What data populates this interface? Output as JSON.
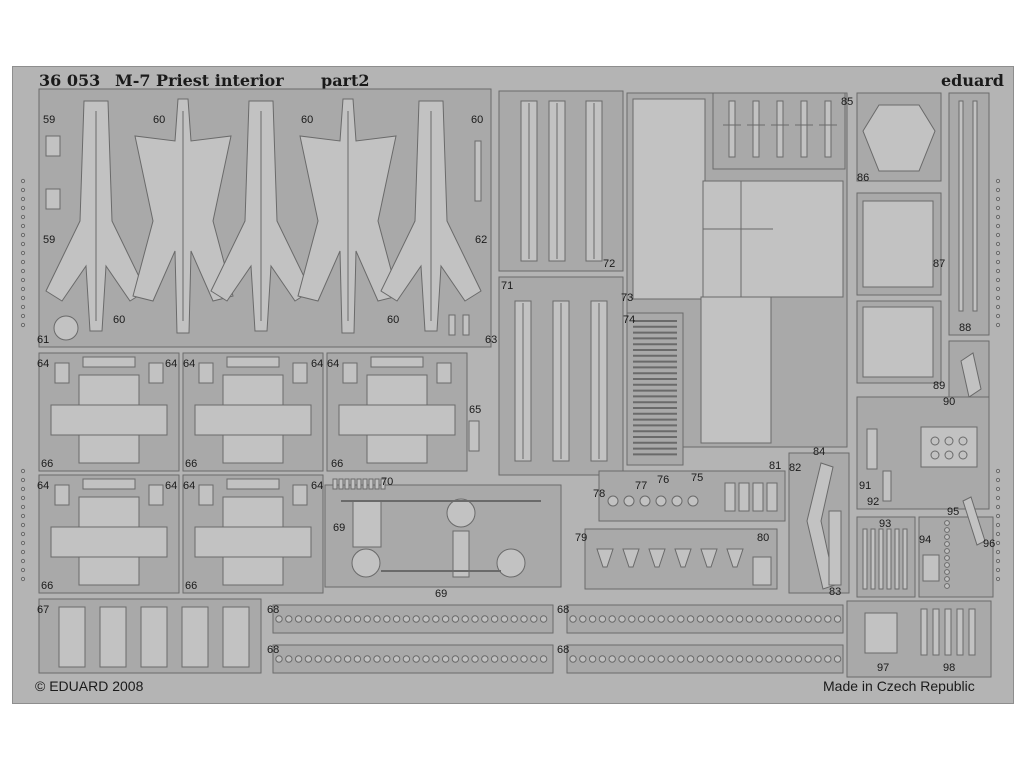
{
  "sheet": {
    "code": "36 053",
    "title": "M-7 Priest interior",
    "part": "part2",
    "brand": "eduard",
    "copyright": "© EDUARD 2008",
    "origin": "Made in Czech Republic"
  },
  "part_numbers": [
    "59",
    "60",
    "61",
    "62",
    "63",
    "64",
    "65",
    "66",
    "67",
    "68",
    "69",
    "70",
    "71",
    "72",
    "73",
    "74",
    "75",
    "76",
    "77",
    "78",
    "79",
    "80",
    "81",
    "82",
    "83",
    "84",
    "85",
    "86",
    "87",
    "88",
    "89",
    "90",
    "91",
    "92",
    "93",
    "94",
    "95",
    "96",
    "97",
    "98"
  ],
  "colors": {
    "metal": "#b4b4b4",
    "metal_light": "#c2c2c2",
    "frame": "#a9a9a9",
    "edge": "#6a6a6a",
    "text": "#1a1a1a"
  }
}
